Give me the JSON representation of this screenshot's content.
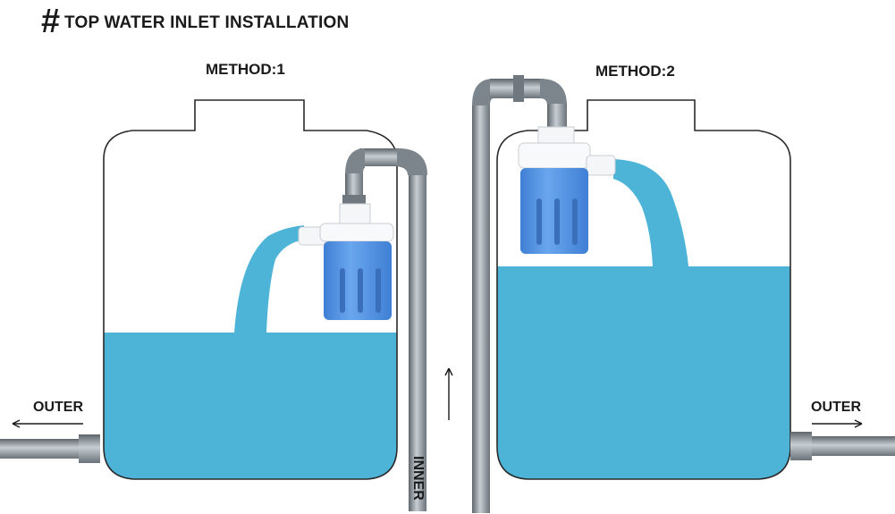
{
  "title": {
    "symbol": "#",
    "text": "TOP WATER INLET INSTALLATION"
  },
  "methods": [
    {
      "label": "METHOD:1"
    },
    {
      "label": "METHOD:2"
    }
  ],
  "labels": {
    "outer_left": "OUTER",
    "outer_right": "OUTER",
    "inner": "INNER"
  },
  "colors": {
    "water": "#4db4d8",
    "float_body": "#4f8fe0",
    "pipe": "#8e989f",
    "pipe_dark": "#5e666c",
    "outline": "#2a2a2a"
  }
}
